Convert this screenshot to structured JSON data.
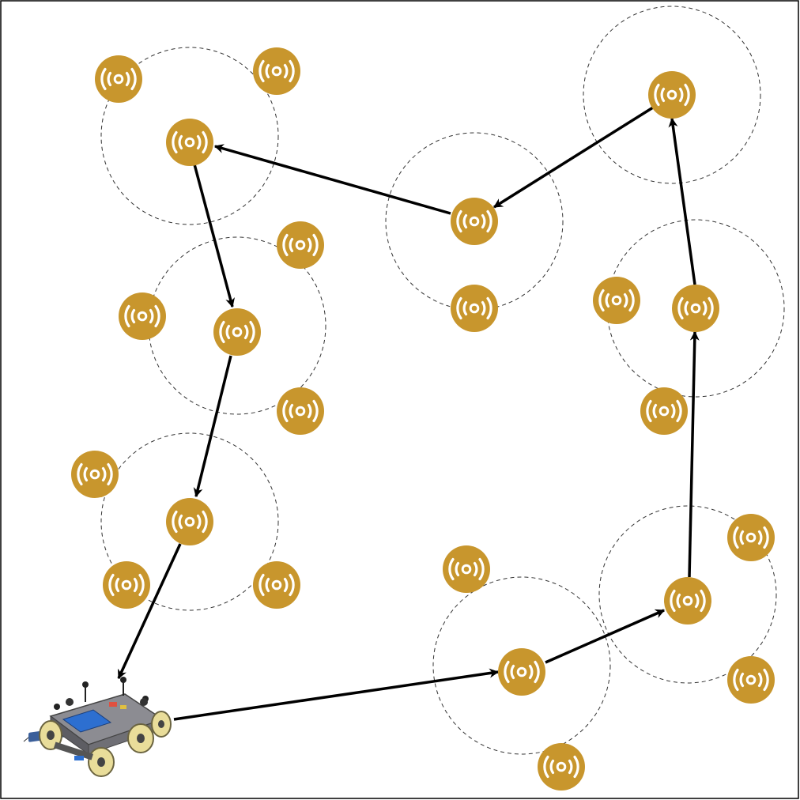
{
  "palette": {
    "node_fill": "#C8962D",
    "node_symbol": "#FFFFFF",
    "path_stroke": "#000000",
    "range_stroke": "#333333",
    "frame_stroke": "#000000"
  },
  "icons": {
    "node": "wireless-signal-icon",
    "vehicle": "rover-robot-icon"
  },
  "diagram": {
    "nodes": [
      {
        "id": "n1",
        "on_route": false
      },
      {
        "id": "n2",
        "on_route": false
      },
      {
        "id": "n3",
        "on_route": true
      },
      {
        "id": "n4",
        "on_route": false
      },
      {
        "id": "n5",
        "on_route": false
      },
      {
        "id": "n6",
        "on_route": true
      },
      {
        "id": "n7",
        "on_route": false
      },
      {
        "id": "n8",
        "on_route": false
      },
      {
        "id": "n9",
        "on_route": true
      },
      {
        "id": "n10",
        "on_route": false
      },
      {
        "id": "n11",
        "on_route": false
      },
      {
        "id": "n12",
        "on_route": true
      },
      {
        "id": "n13",
        "on_route": false
      },
      {
        "id": "n14",
        "on_route": true
      },
      {
        "id": "n15",
        "on_route": false
      },
      {
        "id": "n16",
        "on_route": true
      },
      {
        "id": "n17",
        "on_route": false
      },
      {
        "id": "n18",
        "on_route": false
      },
      {
        "id": "n19",
        "on_route": true
      },
      {
        "id": "n20",
        "on_route": false
      },
      {
        "id": "n21",
        "on_route": false
      },
      {
        "id": "n22",
        "on_route": true
      },
      {
        "id": "n23",
        "on_route": false
      },
      {
        "id": "n24",
        "on_route": false
      }
    ],
    "route": [
      "rover",
      "n22",
      "n19",
      "n16",
      "n14",
      "n12",
      "n6",
      "n3",
      "n9",
      "n3_end"
    ]
  }
}
